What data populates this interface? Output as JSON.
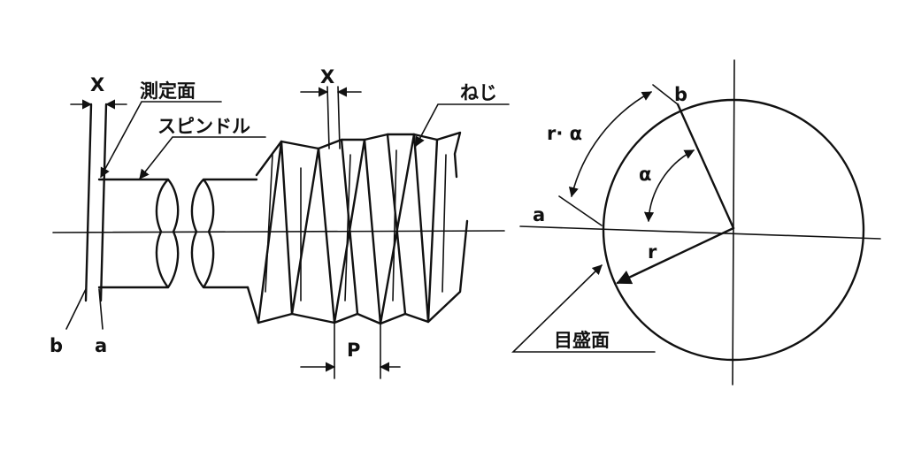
{
  "labels": {
    "x_left": "X",
    "x_mid": "X",
    "measuring_surface": "測定面",
    "spindle": "スピンドル",
    "screw": "ねじ",
    "point_b_left": "b",
    "point_a_left": "a",
    "pitch": "P",
    "r_alpha": "r· α",
    "point_b_right": "b",
    "alpha": "α",
    "point_a_right": "a",
    "radius": "r",
    "graduated_surface": "目盛面"
  },
  "colors": {
    "ink": "#111111",
    "paper": "#ffffff"
  }
}
